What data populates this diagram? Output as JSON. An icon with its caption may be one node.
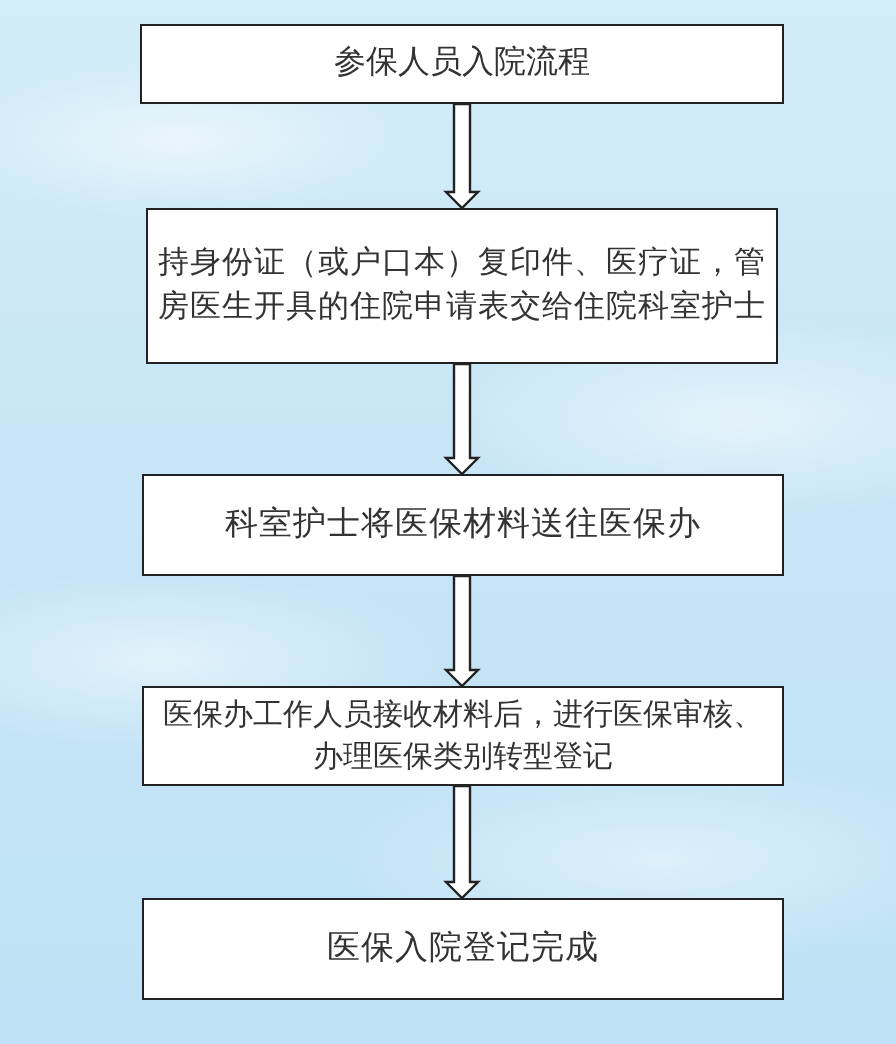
{
  "diagram": {
    "nodes": [
      {
        "text": [
          "参保人员入院流程"
        ]
      },
      {
        "text": [
          "持身份证（或户口本）复印件、医疗证，管房医生开具的住院申请表交给住院科室护士"
        ]
      },
      {
        "text": [
          "科室护士将医保材料送往医保办"
        ]
      },
      {
        "text": [
          "医保办工作人员接收材料后，进行医保审核、办理医保类别转型登记"
        ]
      },
      {
        "text": [
          "医保入院登记完成"
        ]
      }
    ],
    "edges": [
      {
        "from": 0,
        "to": 1,
        "arrow": "to"
      },
      {
        "from": 1,
        "to": 2,
        "arrow": "to"
      },
      {
        "from": 2,
        "to": 3,
        "arrow": "to"
      },
      {
        "from": 3,
        "to": 4,
        "arrow": "to"
      }
    ]
  }
}
